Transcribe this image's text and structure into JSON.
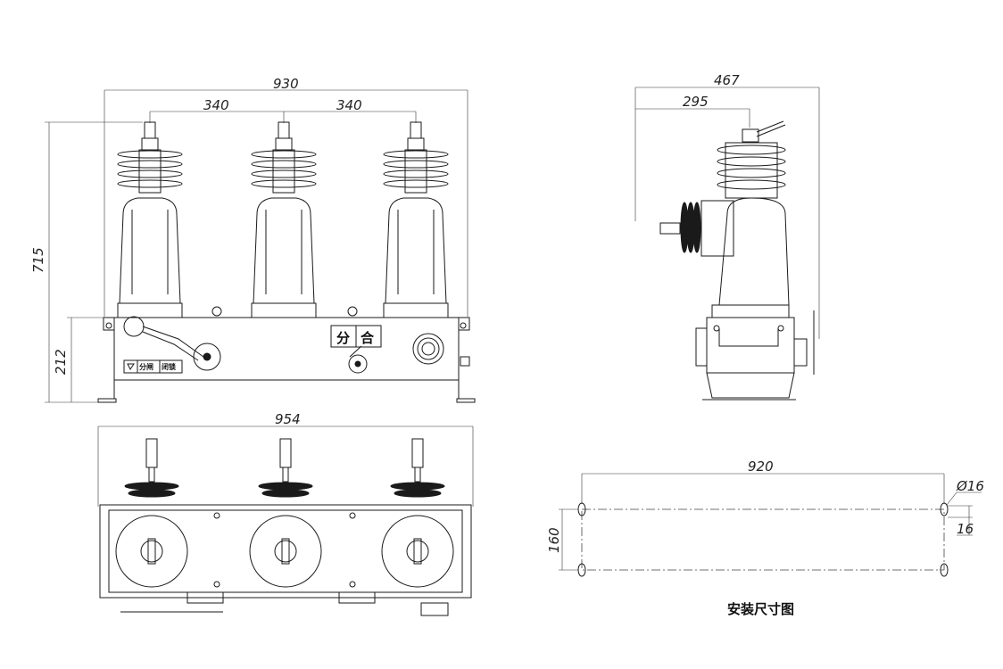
{
  "front_view": {
    "width_overall": "930",
    "pole_spacing_left": "340",
    "pole_spacing_right": "340",
    "height_overall": "715",
    "base_height": "212",
    "panel_label_open": "分",
    "panel_label_close": "合",
    "handle_label_open_close": "分闸",
    "handle_label_lock": "闭锁"
  },
  "side_view": {
    "depth_overall": "467",
    "depth_terminal": "295"
  },
  "top_view": {
    "width_overall": "954"
  },
  "mounting": {
    "hole_spacing": "920",
    "hole_diameter": "Ø16",
    "row_spacing": "160",
    "slot_length": "16",
    "caption": "安装尺寸图"
  }
}
